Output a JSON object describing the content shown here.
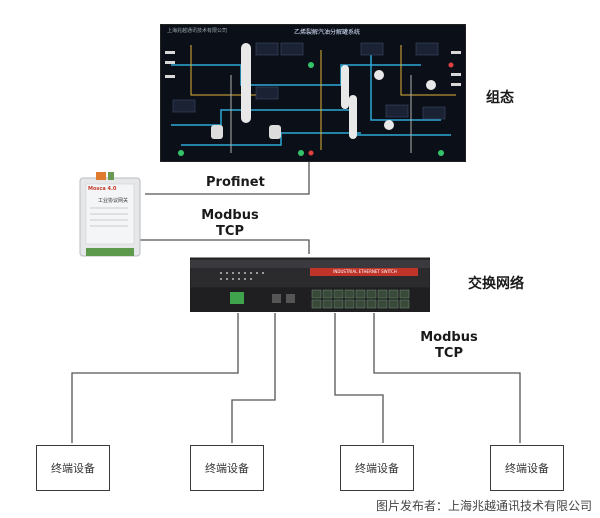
{
  "scada": {
    "title": "乙烯裂解汽油分解罐系统",
    "label": "组态",
    "header_text": "上海兆越通讯技术有限公司"
  },
  "gateway": {
    "brand": "Mosca 4.0",
    "model": "工业协议网关"
  },
  "switch": {
    "label": "交换网络",
    "banner": "INDUSTRIAL ETHERNET SWITCH"
  },
  "links": {
    "profinet": "Profinet",
    "modbus_top_1": "Modbus",
    "modbus_top_2": "TCP",
    "modbus_right_1": "Modbus",
    "modbus_right_2": "TCP"
  },
  "terminals": [
    "终端设备",
    "终端设备",
    "终端设备",
    "终端设备"
  ],
  "caption": "图片发布者：上海兆越通讯技术有限公司"
}
